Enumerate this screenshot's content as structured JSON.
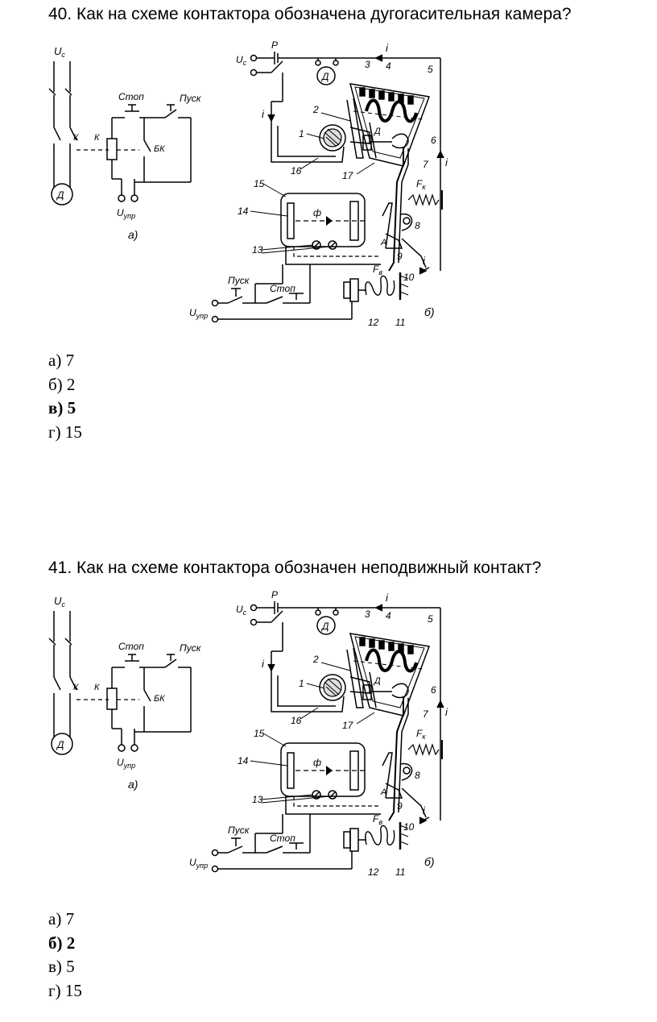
{
  "questions": [
    {
      "title": "40. Как на схеме контактора обозначена дугогасительная камера?",
      "diagram": {
        "labels_a": {
          "uc": "U",
          "uc_sub": "c",
          "k1": "К",
          "k2": "К",
          "stop": "Стоп",
          "start": "Пуск",
          "bk": "БК",
          "motor": "Д",
          "uupr": "U",
          "uupr_sub": "упр",
          "caption": "а)"
        },
        "labels_b": {
          "p": "Р",
          "uc": "U",
          "uc_sub": "c",
          "motor": "Д",
          "i_top": "i",
          "i_left": "i",
          "i_right": "i",
          "i_lower": "i",
          "d": "Д",
          "phi": "ф",
          "fk": "F",
          "fk_sub": "к",
          "fv": "F",
          "fv_sub": "в",
          "a": "А",
          "start": "Пуск",
          "stop": "Стоп",
          "uupr": "U",
          "uupr_sub": "упр",
          "caption": "б)",
          "n1": "1",
          "n2": "2",
          "n3": "3",
          "n4": "4",
          "n5": "5",
          "n6": "6",
          "n7": "7",
          "n8": "8",
          "n9": "9",
          "n10": "10",
          "n11": "11",
          "n12": "12",
          "n13": "13",
          "n14": "14",
          "n15": "15",
          "n16": "16",
          "n17": "17"
        }
      },
      "answers": [
        {
          "text": "а) 7",
          "correct": false
        },
        {
          "text": "б) 2",
          "correct": false
        },
        {
          "text": "в) 5",
          "correct": true
        },
        {
          "text": "г) 15",
          "correct": false
        }
      ]
    },
    {
      "title": "41. Как на схеме контактора обозначен неподвижный контакт?",
      "diagram": {
        "labels_a": {
          "uc": "U",
          "uc_sub": "c",
          "k1": "К",
          "k2": "К",
          "stop": "Стоп",
          "start": "Пуск",
          "bk": "БК",
          "motor": "Д",
          "uupr": "U",
          "uupr_sub": "упр",
          "caption": "а)"
        },
        "labels_b": {
          "p": "Р",
          "uc": "U",
          "uc_sub": "c",
          "motor": "Д",
          "i_top": "i",
          "i_left": "i",
          "i_right": "i",
          "i_lower": "i",
          "d": "Д",
          "phi": "ф",
          "fk": "F",
          "fk_sub": "к",
          "fv": "F",
          "fv_sub": "в",
          "a": "А",
          "start": "Пуск",
          "stop": "Стоп",
          "uupr": "U",
          "uupr_sub": "упр",
          "caption": "б)",
          "n1": "1",
          "n2": "2",
          "n3": "3",
          "n4": "4",
          "n5": "5",
          "n6": "6",
          "n7": "7",
          "n8": "8",
          "n9": "9",
          "n10": "10",
          "n11": "11",
          "n12": "12",
          "n13": "13",
          "n14": "14",
          "n15": "15",
          "n16": "16",
          "n17": "17"
        }
      },
      "answers": [
        {
          "text": "а) 7",
          "correct": false
        },
        {
          "text": "б) 2",
          "correct": true
        },
        {
          "text": "в) 5",
          "correct": false
        },
        {
          "text": "г) 15",
          "correct": false
        }
      ]
    }
  ]
}
